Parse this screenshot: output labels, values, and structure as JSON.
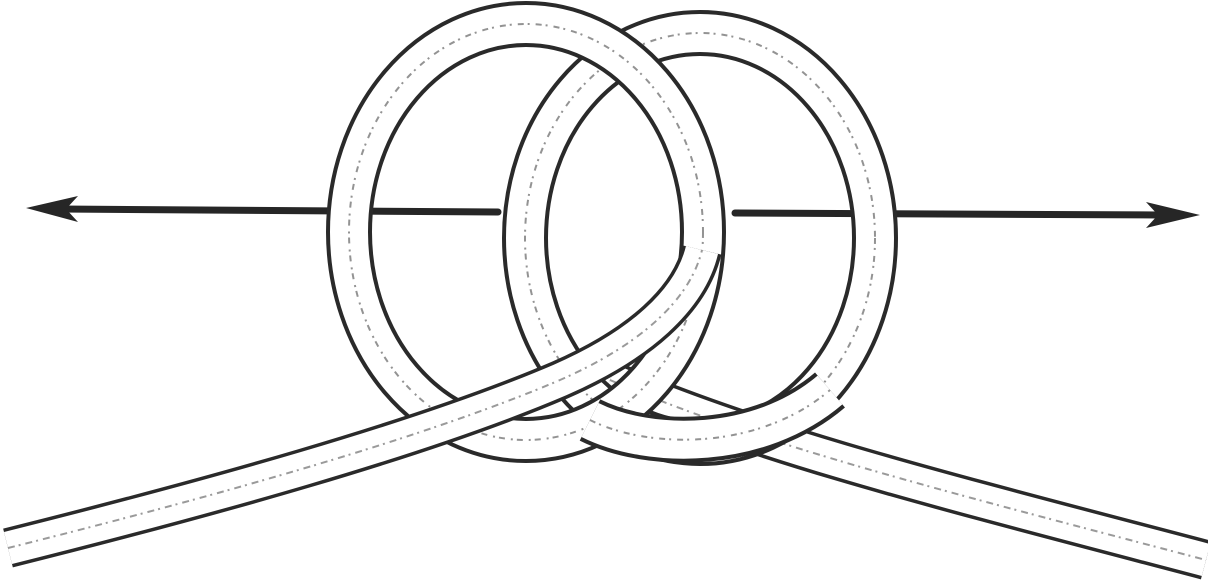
{
  "diagram": {
    "subject": "knot",
    "colors": {
      "background": "#ffffff",
      "rope_outline": "#2a2a2a",
      "rope_fill": "#ffffff",
      "rope_texture": "#6f6f6f",
      "arrow": "#262626"
    },
    "elements": [
      {
        "name": "left-arrow-icon",
        "kind": "arrow",
        "direction": "left"
      },
      {
        "name": "right-arrow-icon",
        "kind": "arrow",
        "direction": "right"
      },
      {
        "name": "left-loop",
        "kind": "rope-loop"
      },
      {
        "name": "right-loop",
        "kind": "rope-loop"
      },
      {
        "name": "left-rope-end",
        "kind": "rope-end"
      },
      {
        "name": "right-rope-end",
        "kind": "rope-end"
      }
    ]
  }
}
